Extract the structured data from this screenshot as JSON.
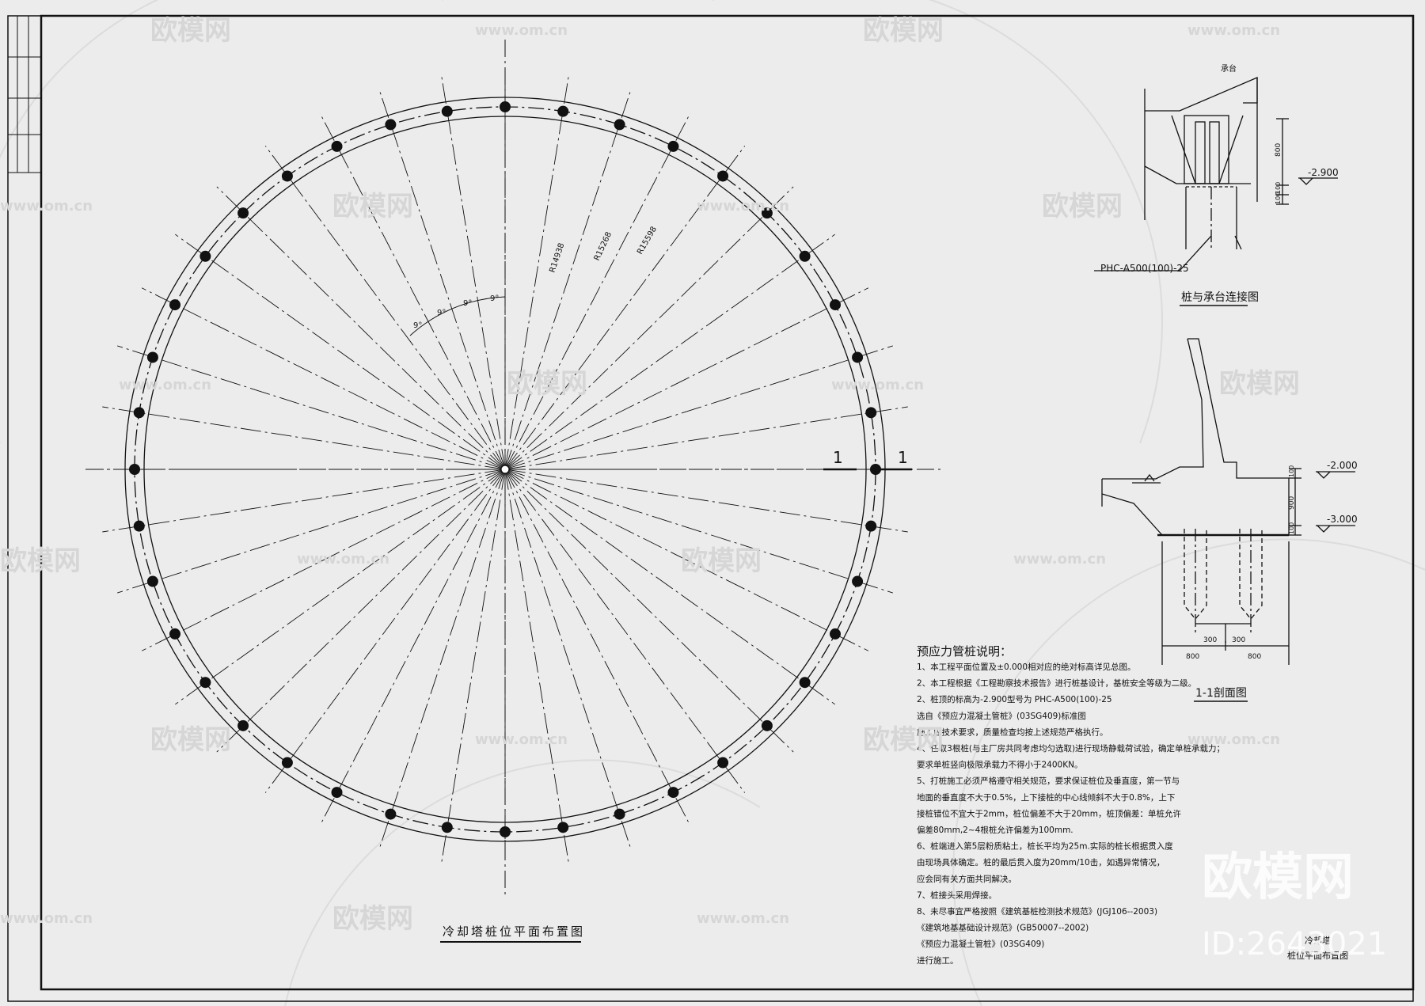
{
  "plan": {
    "title": "冷却塔桩位平面布置图",
    "radius_labels": [
      "R14938",
      "R15268",
      "R15598"
    ],
    "angle_labels": [
      "9°",
      "9°",
      "9°",
      "9°"
    ],
    "section_mark": "1",
    "pile_count": 40
  },
  "detail_connection": {
    "title": "桩与承台连接图",
    "cap_label": "承台",
    "pile_label": "PHC-A500(100)-25",
    "level": "-2.900",
    "dims": [
      "800",
      "100",
      "100"
    ]
  },
  "section_1_1": {
    "title": "1-1剖面图",
    "level_top": "-2.000",
    "level_bottom": "-3.000",
    "dims_vertical": [
      "100",
      "900",
      "100"
    ],
    "dims_bottom_inner": [
      "300",
      "300"
    ],
    "dims_bottom_outer": [
      "800",
      "800"
    ]
  },
  "notes": {
    "title": "预应力管桩说明：",
    "lines": [
      "1、本工程平面位置及±0.000相对应的绝对标高详见总图。",
      "2、本工程根据《工程勘察技术报告》进行桩基设计，基桩安全等级为二级。",
      "2、桩顶的标高为-2.900型号为 PHC-A500(100)-25",
      "   选自《预应力混凝土管桩》(03SG409)标准图",
      "   施工应技术要求，质量检查均按上述规范严格执行。",
      "4、任取3根桩(与主厂房共同考虑均匀选取)进行现场静载荷试验，确定单桩承载力；",
      "   要求单桩竖向极限承载力不得小于2400KN。",
      "5、打桩施工必须严格遵守相关规范，要求保证桩位及垂直度，第一节与",
      "   地面的垂直度不大于0.5%，上下接桩的中心线倾斜不大于0.8%，上下",
      "   接桩错位不宜大于2mm，桩位偏差不大于20mm，桩顶偏差：单桩允许",
      "   偏差80mm,2~4根桩允许偏差为100mm.",
      "6、桩端进入第5层粉质粘土，桩长平均为25m.实际的桩长根据贯入度",
      "   由现场具体确定。桩的最后贯入度为20mm/10击，如遇异常情况，",
      "   应会同有关方面共同解决。",
      "7、桩接头采用焊接。",
      "8、未尽事宜严格按照《建筑基桩检测技术规范》(JGJ106--2003)",
      "   《建筑地基基础设计规范》(GB50007--2002)",
      "   《预应力混凝土管桩》(03SG409)",
      "   进行施工。"
    ]
  },
  "title_block": {
    "line1": "冷却塔",
    "line2": "桩位平面布置图"
  },
  "watermark": {
    "brand": "欧模网",
    "url": "www.om.cn",
    "id_text": "ID:2643021"
  }
}
